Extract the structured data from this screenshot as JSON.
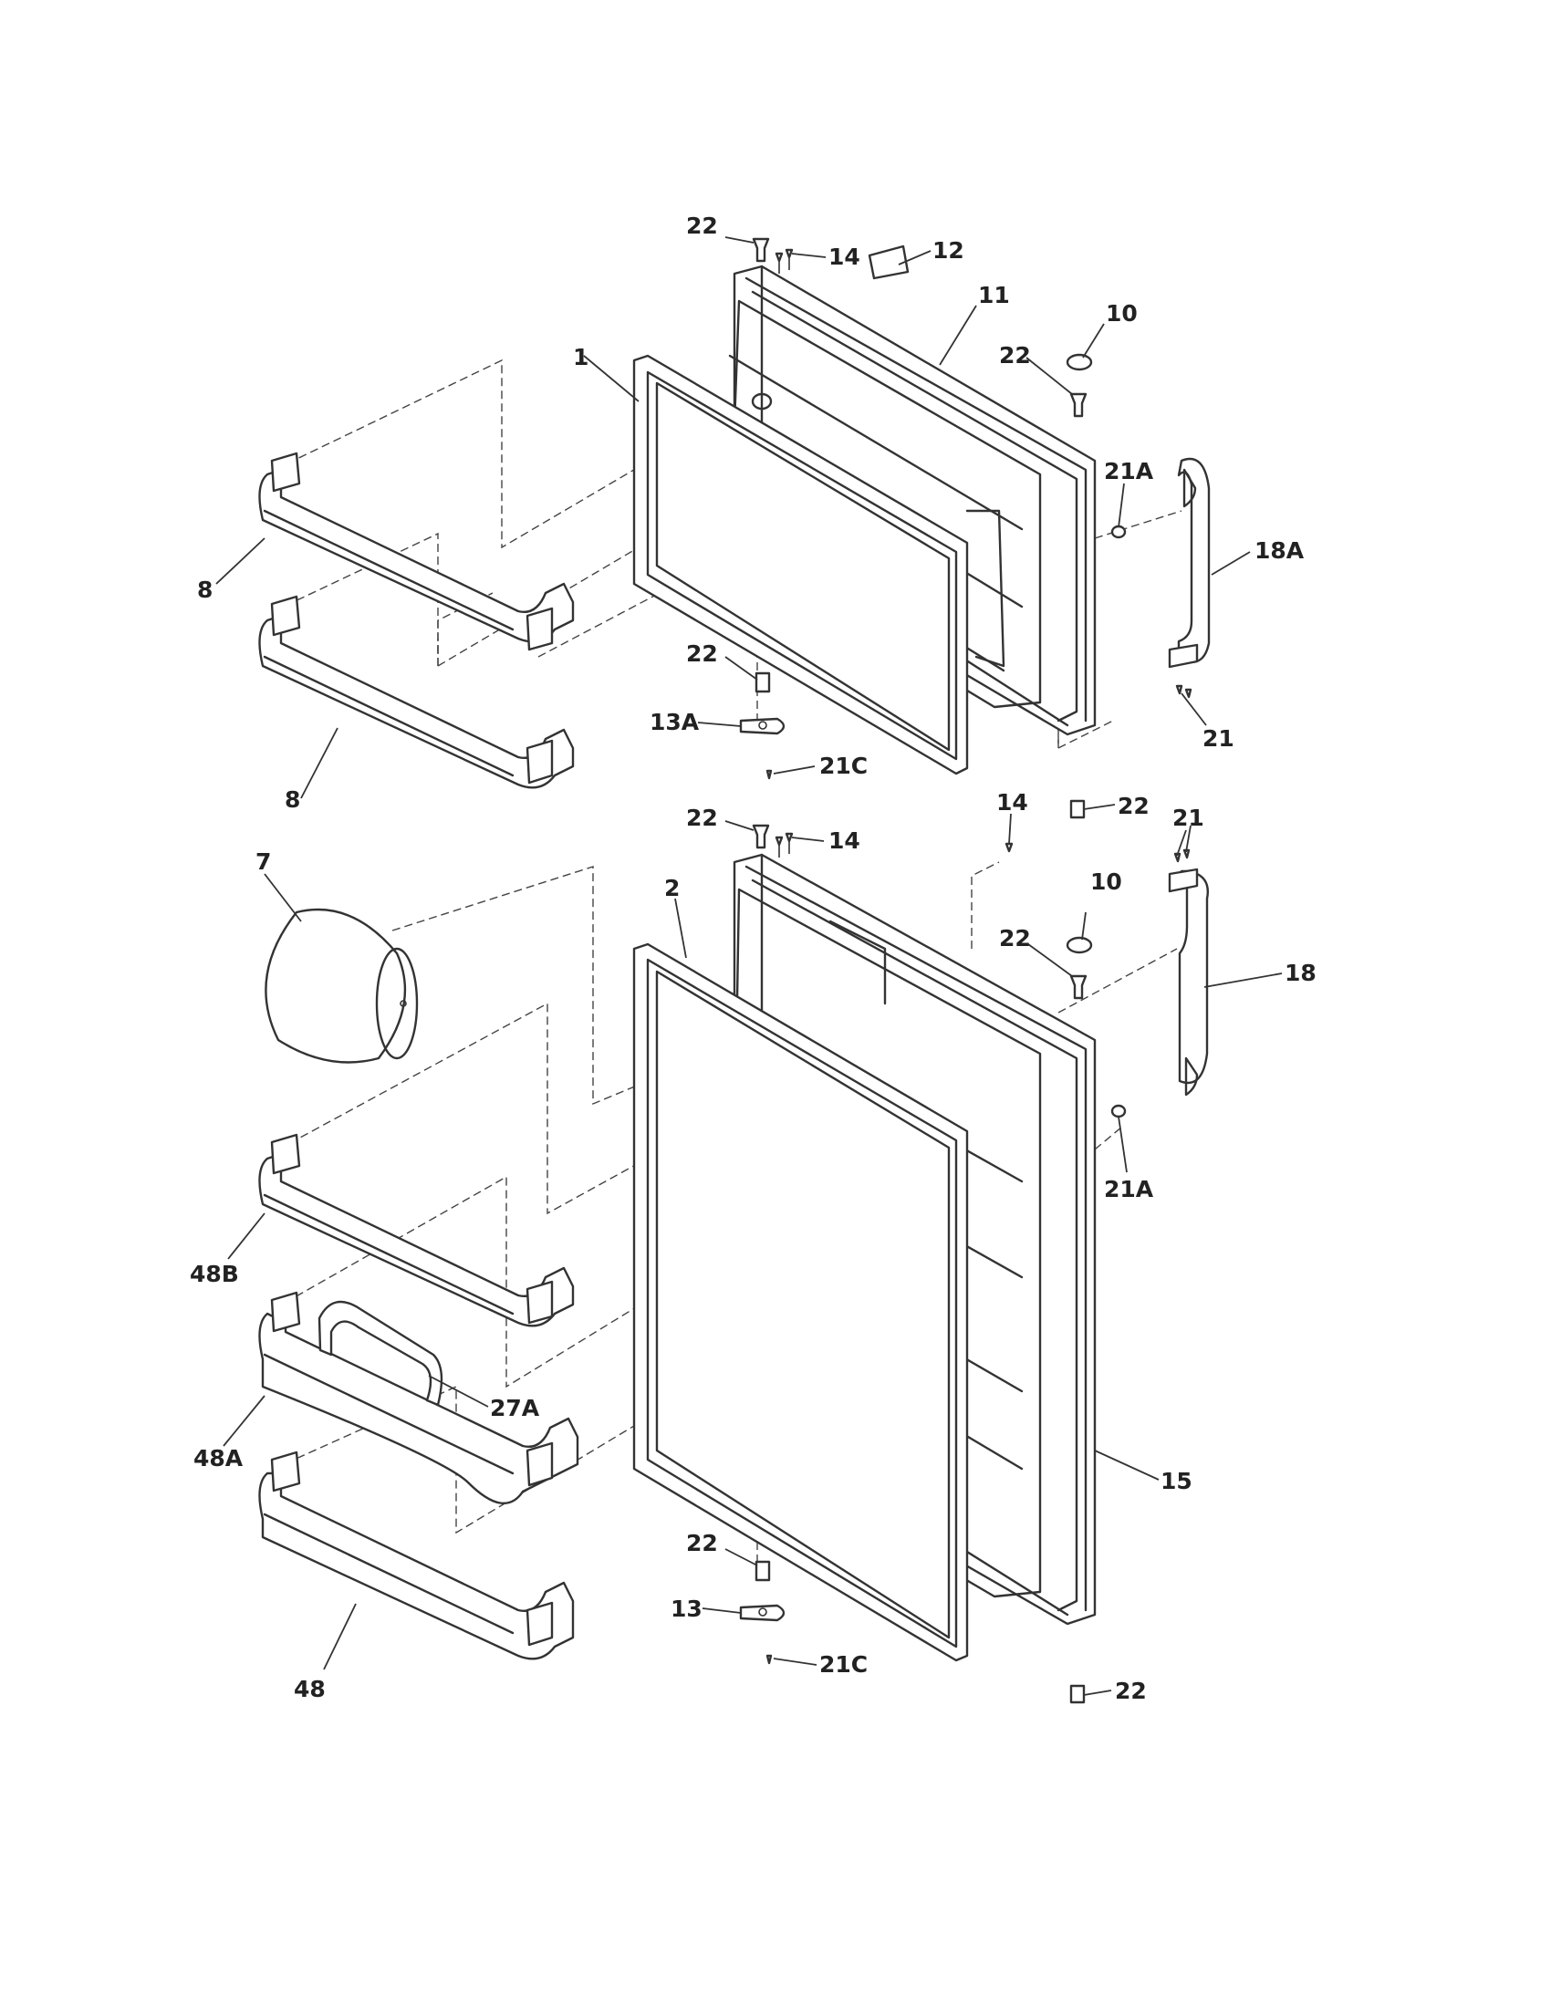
{
  "callouts": {
    "c22_top": "22",
    "c14_top": "14",
    "c12": "12",
    "c11": "11",
    "c10_top": "10",
    "c22_top_right": "22",
    "c1": "1",
    "c21A_top": "21A",
    "c18A": "18A",
    "c8_upper": "8",
    "c8_lower": "8",
    "c22_mid_left": "22",
    "c13A": "13A",
    "c21C_upper": "21C",
    "c21_upper": "21",
    "c22_mid_right": "22",
    "c22_lower_top": "22",
    "c14_lower": "14",
    "c14_lower_right": "14",
    "c7": "7",
    "c2": "2",
    "c10_lower": "10",
    "c21_lower": "21",
    "c22_lower_right": "22",
    "c18": "18",
    "c21A_lower": "21A",
    "c48B": "48B",
    "c27A": "27A",
    "c48A": "48A",
    "c15": "15",
    "c22_bottom_left": "22",
    "c13": "13",
    "c21C_lower": "21C",
    "c48": "48",
    "c22_bottom_right": "22"
  },
  "colors": {
    "line": "#333333",
    "background": "#ffffff"
  }
}
